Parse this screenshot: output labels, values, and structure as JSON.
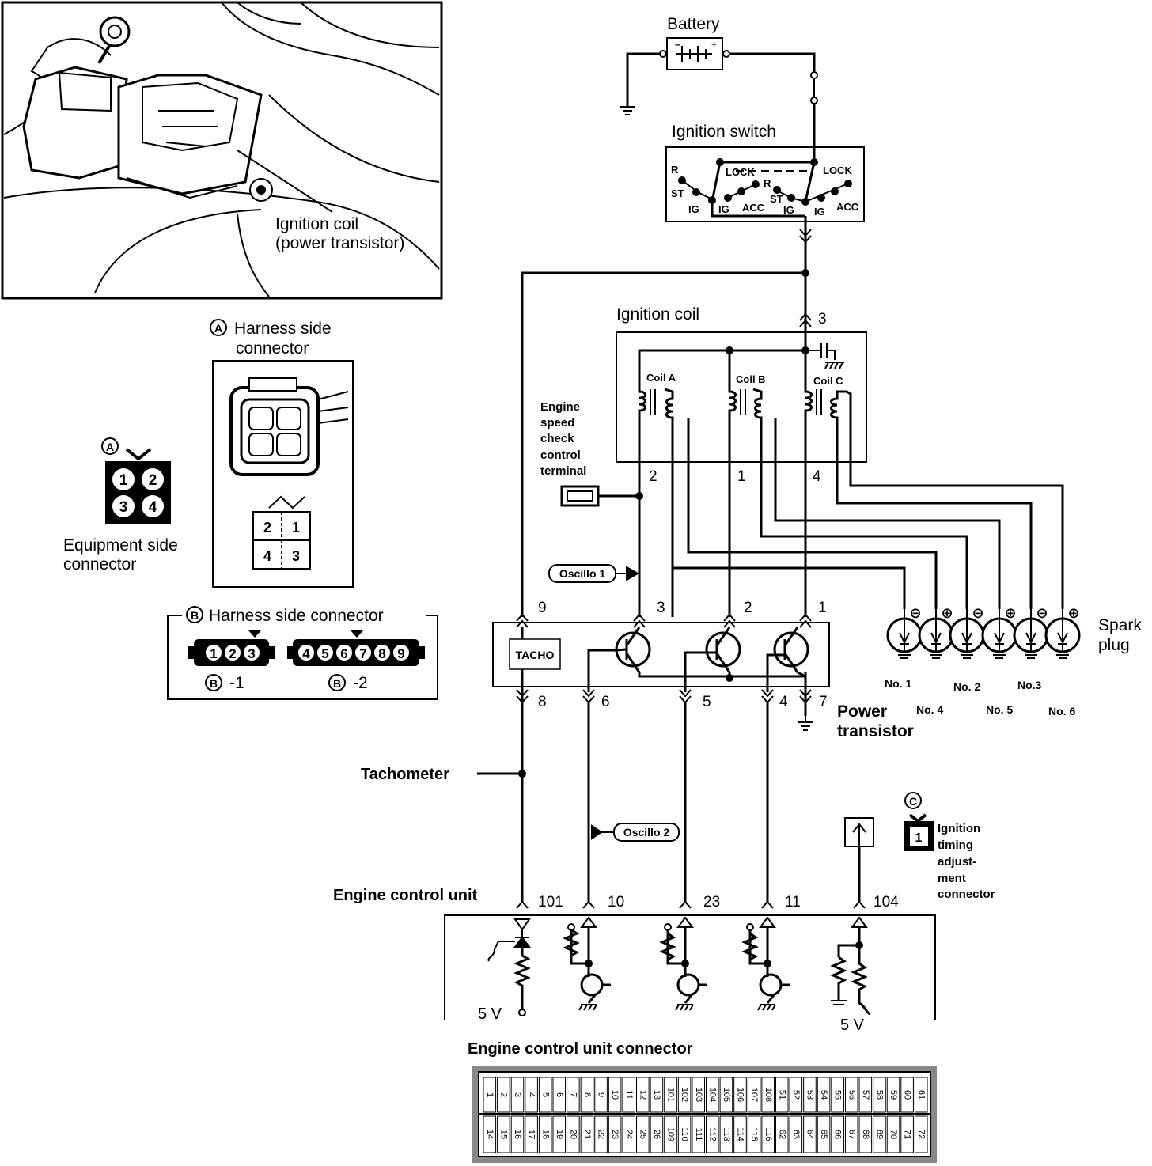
{
  "labels": {
    "battery": "Battery",
    "ignition_switch": "Ignition switch",
    "ignition_coil": "Ignition coil",
    "coil_a": "Coil A",
    "coil_b": "Coil B",
    "coil_c": "Coil C",
    "engine_speed": [
      "Engine",
      "speed",
      "check",
      "control",
      "terminal"
    ],
    "oscillo1": "Oscillo 1",
    "oscillo2": "Oscillo 2",
    "tacho": "TACHO",
    "power_transistor": [
      "Power",
      "transistor"
    ],
    "spark_plug": [
      "Spark",
      "plug"
    ],
    "tachometer": "Tachometer",
    "ecu": "Engine control unit",
    "ecu_connector": "Engine control unit connector",
    "timing_connector": [
      "Ignition",
      "timing",
      "adjust-",
      "ment",
      "connector"
    ],
    "photo_caption": [
      "Ignition coil",
      "(power transistor)"
    ],
    "harness_a": [
      "Harness side",
      "connector"
    ],
    "equipment_side": [
      "Equipment side",
      "connector"
    ],
    "harness_b": "Harness side connector",
    "b1": "-1",
    "b2": "-2",
    "five_v": "5 V",
    "letter_a": "A",
    "letter_b": "B",
    "letter_c": "C",
    "c_pin": "1"
  },
  "switch": {
    "left": [
      "R",
      "ST",
      "IG",
      "IG",
      "ACC"
    ],
    "lock_left": "LOCK",
    "right": [
      "R",
      "ST",
      "IG",
      "IG",
      "ACC"
    ],
    "lock_right": "LOCK"
  },
  "pins": {
    "coil_feed": "3",
    "coil_out": [
      "2",
      "1",
      "4"
    ],
    "pt_top": [
      "9",
      "3",
      "2",
      "1"
    ],
    "pt_bottom": [
      "8",
      "6",
      "5",
      "4",
      "7"
    ],
    "ecu": [
      "101",
      "10",
      "23",
      "11",
      "104"
    ]
  },
  "plugs": {
    "signs": [
      "⊖",
      "⊕",
      "⊖",
      "⊕",
      "⊖",
      "⊕"
    ],
    "row1": [
      "No. 1",
      "No. 2",
      "No.3"
    ],
    "row2": [
      "No. 4",
      "No. 5",
      "No. 6"
    ]
  },
  "connectors": {
    "equipment_a": [
      "1",
      "2",
      "3",
      "4"
    ],
    "harness_a": [
      "2",
      "1",
      "4",
      "3"
    ],
    "b1": [
      "1",
      "2",
      "3"
    ],
    "b2": [
      "4",
      "5",
      "6",
      "7",
      "8",
      "9"
    ]
  },
  "ecu_connector": {
    "top": [
      "1",
      "2",
      "3",
      "4",
      "5",
      "6",
      "7",
      "8",
      "9",
      "10",
      "11",
      "12",
      "13",
      "101",
      "102",
      "103",
      "104",
      "105",
      "106",
      "107",
      "108",
      "51",
      "52",
      "53",
      "54",
      "55",
      "56",
      "57",
      "58",
      "59",
      "60",
      "61"
    ],
    "bottom": [
      "14",
      "15",
      "16",
      "17",
      "18",
      "19",
      "20",
      "21",
      "22",
      "23",
      "24",
      "25",
      "26",
      "109",
      "110",
      "111",
      "112",
      "113",
      "114",
      "115",
      "116",
      "62",
      "63",
      "64",
      "65",
      "66",
      "67",
      "68",
      "69",
      "70",
      "71",
      "72"
    ]
  }
}
